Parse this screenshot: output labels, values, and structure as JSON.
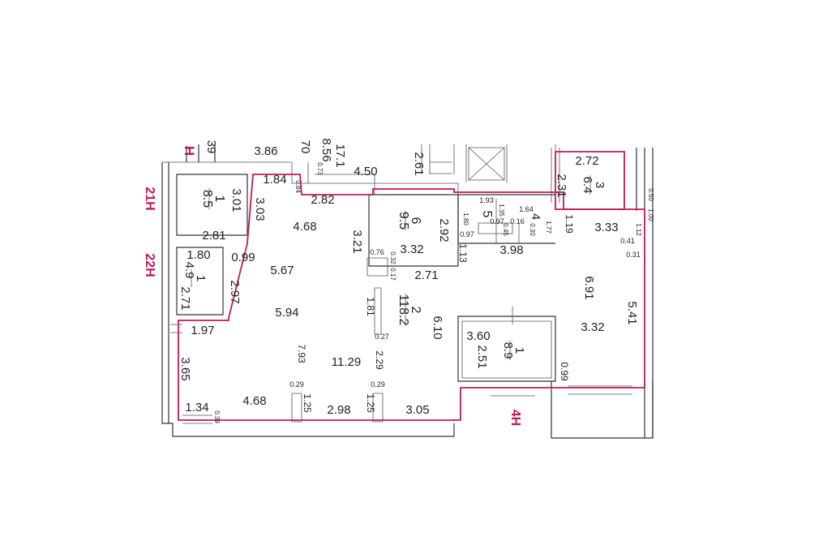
{
  "colors": {
    "boundary": "#c2185b",
    "wall": "#333333",
    "text": "#222222"
  },
  "axis_labels": {
    "h_top": "Н",
    "a21": "21Н",
    "a22": "22Н",
    "a4": "4Н"
  },
  "top_labels": {
    "t39": "39",
    "t386": "3.86",
    "t70": "70",
    "t856": "8.56",
    "t171": "17.1",
    "t450": "4.50",
    "t261": "2.61"
  },
  "rooms": {
    "r1a": {
      "num": "1",
      "area": "8.5"
    },
    "r1b": {
      "num": "1",
      "area": "4.9"
    },
    "r1c": {
      "num": "1",
      "area": "8.9"
    },
    "r2": {
      "num": "2",
      "area": "118.2"
    },
    "r3": {
      "num": "3",
      "area": "6.4"
    },
    "r4": {
      "num": "4"
    },
    "r5": {
      "num": "5"
    },
    "r6": {
      "num": "6",
      "area": "9.5"
    }
  },
  "dims": {
    "d184": "1.84",
    "d084": "0.84",
    "d073": "0.73",
    "d282": "2.82",
    "d301": "3.01",
    "d303": "3.03",
    "d281": "2.81",
    "d180a": "1.80",
    "d099a": "0.99",
    "d271a": "2.71",
    "d297": "2.97",
    "d468a": "4.68",
    "d567": "5.67",
    "d594": "5.94",
    "d321": "3.21",
    "d332a": "3.32",
    "d292": "2.92",
    "d113": "1.13",
    "d271b": "2.71",
    "d076": "0.76",
    "d032": "0.32",
    "d017": "0.17",
    "d193": "1.93",
    "d135": "1.35",
    "d164": "1.64",
    "d180b": "1.80",
    "d097a": "0.97",
    "d097b": "0.97",
    "d016": "0.16",
    "d030": "0.30",
    "d045": "0.45",
    "d177": "1.77",
    "d398": "3.98",
    "d119": "1.19",
    "d272": "2.72",
    "d231": "2.31",
    "d333": "3.33",
    "d112": "1.12",
    "d041": "0.41",
    "d031": "0.31",
    "d050": "0.50",
    "d100": "1.00",
    "d691": "6.91",
    "d332b": "3.32",
    "d541": "5.41",
    "d099b": "0.99",
    "d181": "1.81",
    "d027": "0.27",
    "d610": "6.10",
    "d360": "3.60",
    "d251": "2.51",
    "d197": "1.97",
    "d365": "3.65",
    "d793": "7.93",
    "d1129": "11.29",
    "d229": "2.29",
    "d029a": "0.29",
    "d029b": "0.29",
    "d134": "1.34",
    "d039": "0.39",
    "d468b": "4.68",
    "d125a": "1.25",
    "d298": "2.98",
    "d125b": "1.25",
    "d305": "3.05"
  }
}
